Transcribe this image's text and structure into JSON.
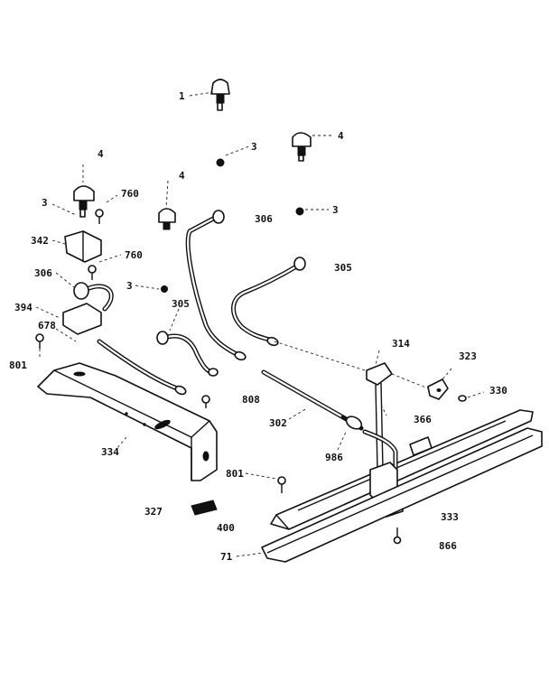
{
  "diagram": {
    "labels": {
      "l1": "1",
      "l3a": "3",
      "l4a": "4",
      "l4b": "4",
      "l3b": "3",
      "l760a": "760",
      "l4c": "4",
      "l306a": "306",
      "l3c": "3",
      "l342": "342",
      "l760b": "760",
      "l305a": "305",
      "l306b": "306",
      "l3d": "3",
      "l305b": "305",
      "l394": "394",
      "l678": "678",
      "l801a": "801",
      "l314": "314",
      "l323": "323",
      "l330": "330",
      "l808": "808",
      "l302": "302",
      "l366": "366",
      "l334": "334",
      "l986": "986",
      "l801b": "801",
      "l327": "327",
      "l400": "400",
      "l333": "333",
      "l71": "71",
      "l866": "866"
    }
  }
}
